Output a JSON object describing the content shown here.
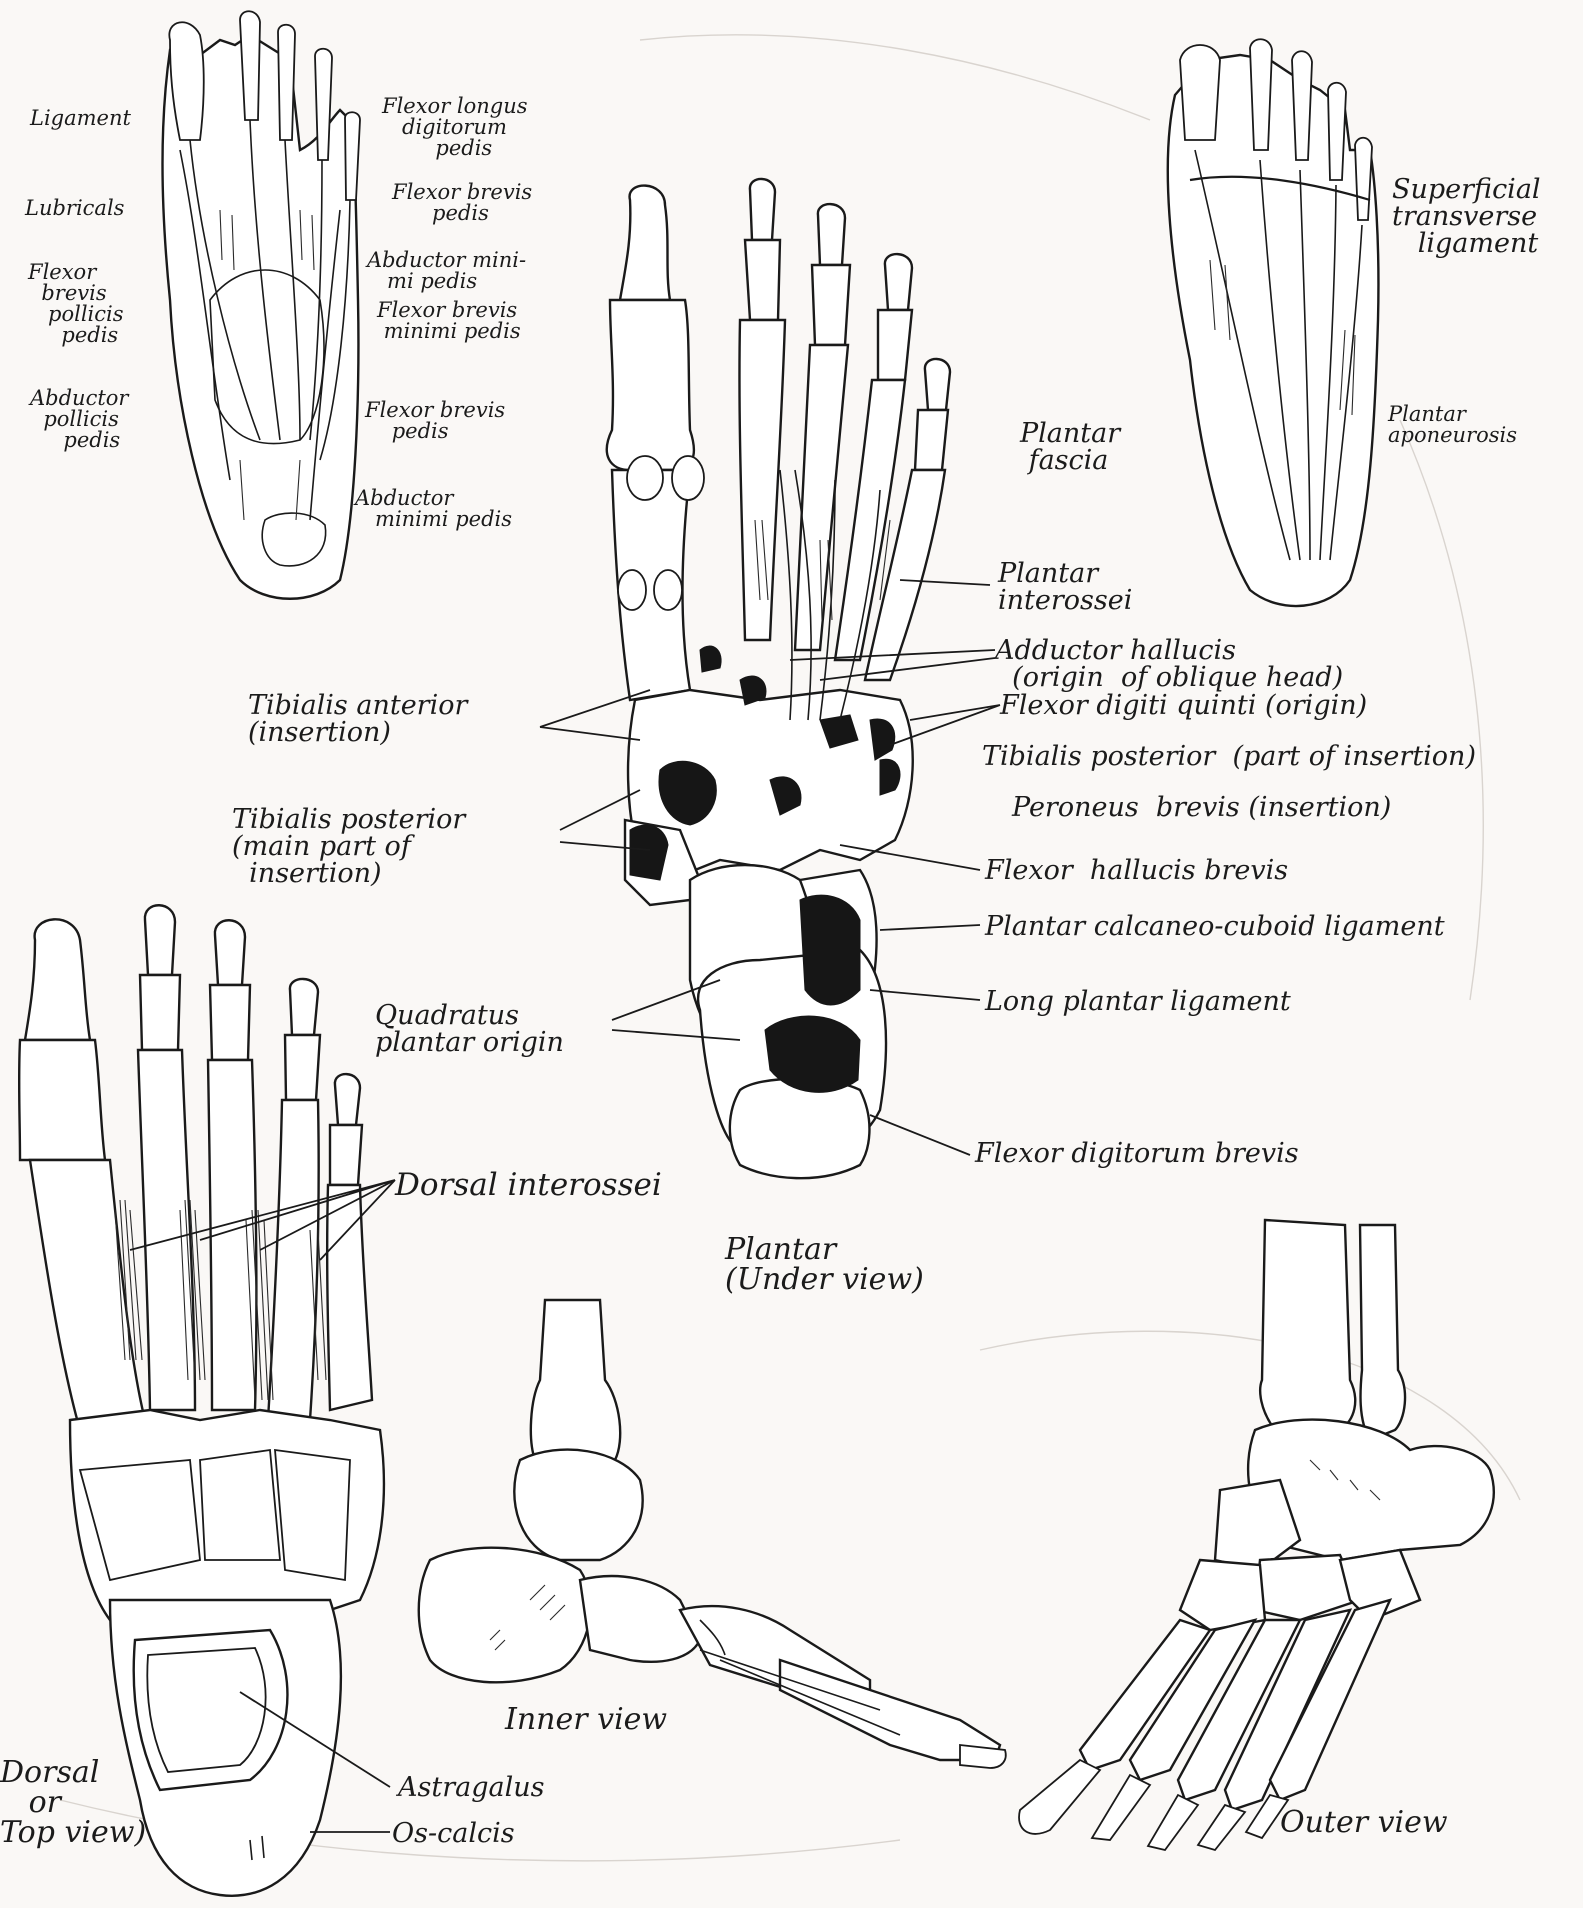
{
  "colors": {
    "paper": "#faf8f6",
    "ink": "#1a1a1a",
    "shading": "#161616"
  },
  "muscles_view": {
    "ligament": "Ligament",
    "flexor_longus": "Flexor longus\n   digitorum\n        pedis",
    "lubricals": "Lubricals",
    "flexor_brevis_pedis_top": "Flexor brevis\n      pedis",
    "flexor_brevis_pollicis": "Flexor\n  brevis\n   pollicis\n     pedis",
    "abductor_minimi_pedis_top": "Abductor mini-\n   mi pedis",
    "flexor_brevis_minimi": "Flexor brevis\n minimi pedis",
    "abductor_pollicis": "Abductor\n  pollicis\n     pedis",
    "flexor_brevis_pedis_lower": "Flexor brevis\n    pedis",
    "abductor_minimi_pedis_lower": "Abductor\n   minimi pedis"
  },
  "fascia_view": {
    "superficial_transverse": "Superficial\ntransverse\n   ligament",
    "plantar_fascia": "Plantar\n fascia",
    "plantar_aponeurosis": "Plantar\naponeurosis"
  },
  "plantar_view": {
    "plantar_interossei": "Plantar\ninterossei",
    "adductor_hallucis": "Adductor hallucis\n  (origin  of oblique head)",
    "tibialis_anterior": "Tibialis anterior\n(insertion)",
    "flexor_digiti_quinti": "Flexor digiti quinti (origin)",
    "tibialis_posterior_part": "Tibialis posterior  (part of insertion)",
    "peroneus_brevis": "Peroneus  brevis (insertion)",
    "tibialis_posterior_main": "Tibialis posterior\n(main part of\n  insertion)",
    "flexor_hallucis_brevis": "Flexor  hallucis brevis",
    "plantar_calcaneo_cuboid": "Plantar calcaneo-cuboid ligament",
    "long_plantar": "Long plantar ligament",
    "quadratus_plantar": "Quadratus\nplantar origin",
    "flexor_digitorum_brevis": "Flexor digitorum brevis",
    "caption": "Plantar\n(Under view)"
  },
  "dorsal_view": {
    "dorsal_interossei": "Dorsal interossei",
    "astragalus": "Astragalus",
    "os_calcis": "Os-calcis",
    "caption": "Dorsal\n   or\nTop view)"
  },
  "inner_view": {
    "caption": "Inner view"
  },
  "outer_view": {
    "caption": "Outer view"
  }
}
